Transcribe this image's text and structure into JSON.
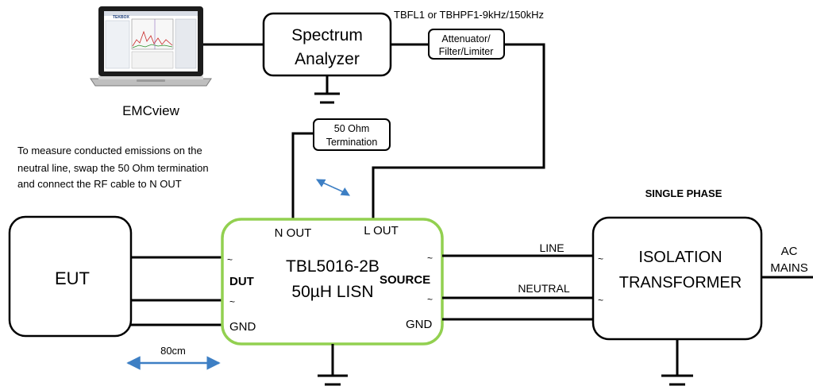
{
  "laptop": {
    "caption": "EMCview",
    "screen_logo": "TEKBOX"
  },
  "spectrum_analyzer": {
    "line1": "Spectrum",
    "line2": "Analyzer"
  },
  "filter_model": "TBFL1 or TBHPF1-9kHz/150kHz",
  "attenuator": {
    "line1": "Attenuator/",
    "line2": "Filter/Limiter"
  },
  "termination": {
    "line1": "50 Ohm",
    "line2": "Termination"
  },
  "note": {
    "line1": "To measure conducted emissions on the",
    "line2": "neutral line, swap the 50 Ohm termination",
    "line3": "and connect the RF cable to N OUT"
  },
  "lisn": {
    "model": "TBL5016-2B",
    "type": "50µH LISN",
    "n_out": "N OUT",
    "l_out": "L OUT",
    "dut": "DUT",
    "source": "SOURCE",
    "gnd_left": "GND",
    "gnd_right": "GND",
    "tilde": "~"
  },
  "eut": {
    "label": "EUT"
  },
  "distance": "80cm",
  "isolation_transformer": {
    "heading": "SINGLE PHASE",
    "line1": "ISOLATION",
    "line2": "TRANSFORMER"
  },
  "wires": {
    "line": "LINE",
    "neutral": "NEUTRAL"
  },
  "mains": {
    "line1": "AC",
    "line2": "MAINS"
  },
  "colors": {
    "lisn_border": "#92d050",
    "arrow": "#3d7fc4",
    "stroke": "#000000"
  }
}
